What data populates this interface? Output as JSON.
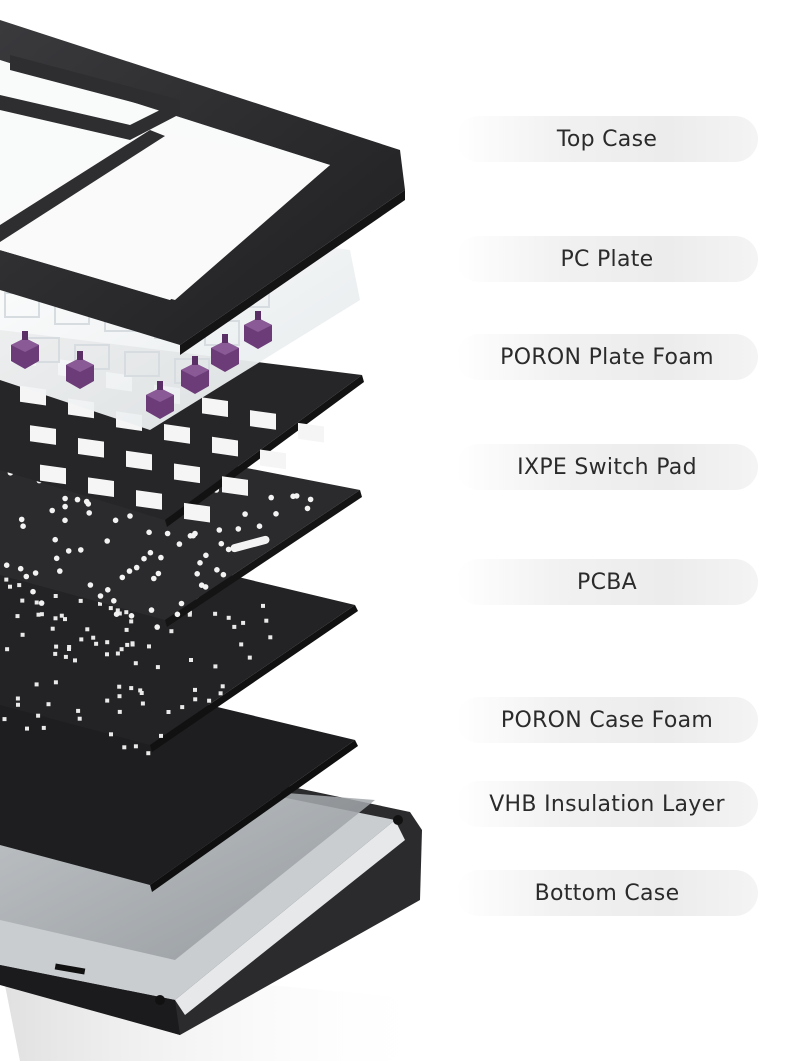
{
  "layers": [
    {
      "label": "Top Case"
    },
    {
      "label": "PC Plate"
    },
    {
      "label": "PORON Plate Foam"
    },
    {
      "label": "IXPE Switch Pad"
    },
    {
      "label": "PCBA"
    },
    {
      "label": "PORON Case Foam"
    },
    {
      "label": "VHB Insulation Layer"
    },
    {
      "label": "Bottom Case"
    }
  ],
  "colors": {
    "case": "#2a2a2c",
    "foam": "#1f1f21",
    "pcb": "#232325",
    "switch": "#6b3c78",
    "plate_clear": "#eef1f2",
    "pill_bg": "#eeeeee",
    "label_text": "#2b2b2b"
  }
}
